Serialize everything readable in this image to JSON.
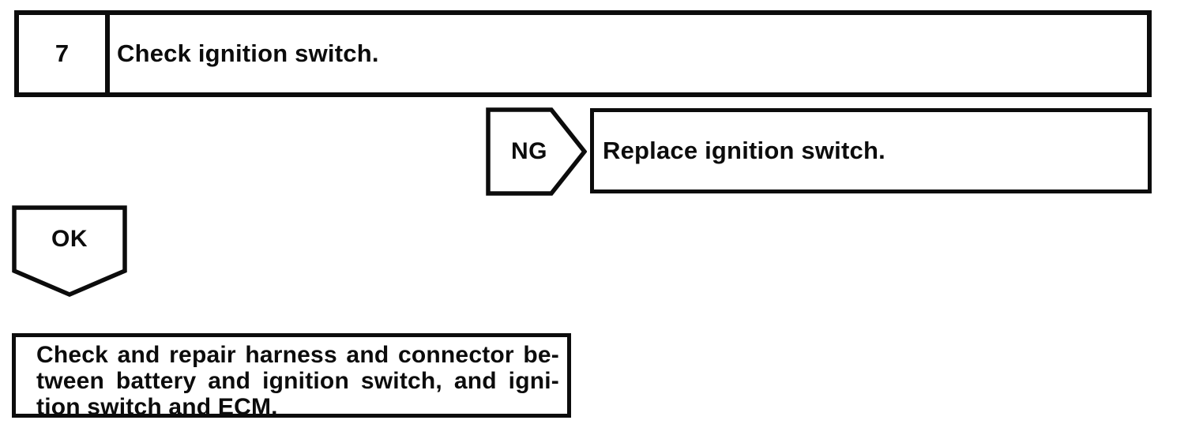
{
  "flowchart": {
    "step": {
      "number": "7",
      "instruction": "Check ignition switch."
    },
    "ng_branch": {
      "label": "NG",
      "action": "Replace ignition switch."
    },
    "ok_branch": {
      "label": "OK"
    },
    "result_box": {
      "lines": [
        "Check and repair harness and connector be-",
        "tween battery and ignition switch, and igni-",
        "tion switch and ECM."
      ]
    },
    "colors": {
      "ink": "#0c0c0c",
      "paper": "#ffffff"
    }
  }
}
